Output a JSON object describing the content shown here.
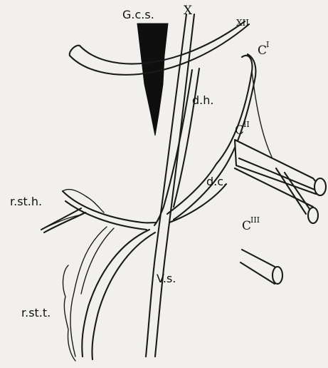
{
  "labels": {
    "ganglion": "G.c.s.",
    "vagus": "X",
    "hypoglossal": "XII",
    "c1_letter": "C",
    "c1_numeral": "I",
    "c2_letter": "C",
    "c2_numeral": "II",
    "c3_letter": "C",
    "c3_numeral": "III",
    "descendens_hypoglossi": "d.h.",
    "descendens_cervicalis": "d.c.",
    "sternohyoid_branch": "r.st.h.",
    "vagus_sympathetic": "V.s.",
    "sternothyroid_branch": "r.st.t."
  }
}
